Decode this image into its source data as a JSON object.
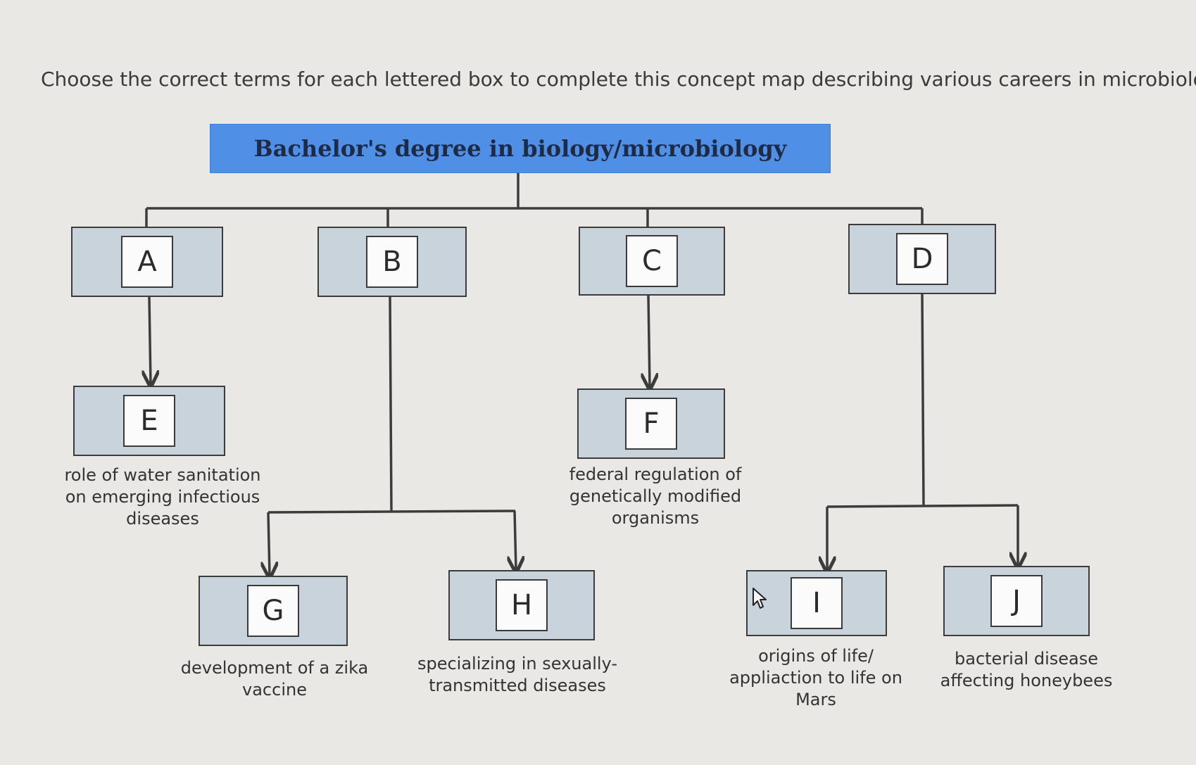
{
  "prompt": "Choose the correct terms for each lettered box to complete this concept map describing various careers in microbiology.",
  "root": {
    "label": "Bachelor's degree in biology/microbiology"
  },
  "boxes": {
    "A": "A",
    "B": "B",
    "C": "C",
    "D": "D",
    "E": "E",
    "F": "F",
    "G": "G",
    "H": "H",
    "I": "I",
    "J": "J"
  },
  "descriptions": {
    "E": [
      "role of water sanitation",
      "on emerging infectious",
      "diseases"
    ],
    "F": [
      "federal regulation of",
      "genetically modified",
      "organisms"
    ],
    "G": [
      "development of a zika",
      "vaccine"
    ],
    "H": [
      "specializing in sexually-",
      "transmitted diseases"
    ],
    "I": [
      "origins of life/",
      "appliaction to life on",
      "Mars"
    ],
    "J": [
      "bacterial disease",
      "affecting honeybees"
    ]
  },
  "colors": {
    "header": "#4f8fe6",
    "node": "#c9d3dc",
    "slot": "#fbfbfb",
    "line": "#3c3c3c"
  }
}
